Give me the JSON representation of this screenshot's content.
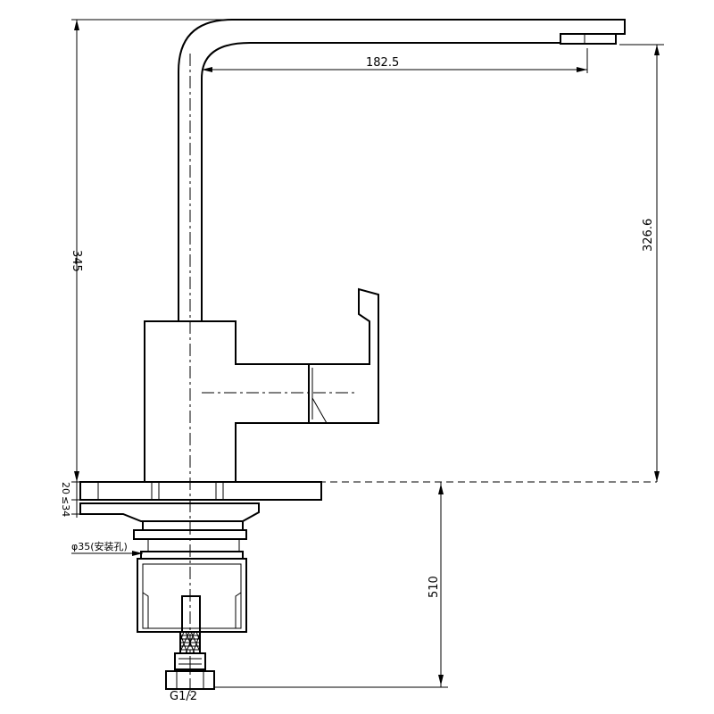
{
  "dimensions": {
    "spout_reach": "182.5",
    "total_height": "345",
    "spout_height": "326.6",
    "under_counter": "510",
    "deck_thickness": "20",
    "max_deck": "≤34",
    "mount_hole": "φ35(安装孔)",
    "thread": "G1/2"
  }
}
